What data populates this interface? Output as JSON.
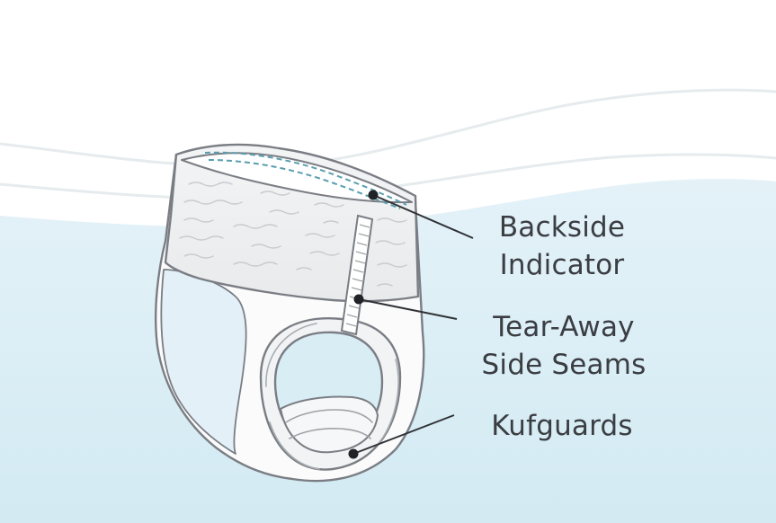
{
  "labels": {
    "backside": {
      "line1": "Backside",
      "line2": "Indicator"
    },
    "tear_away": {
      "line1": "Tear-Away",
      "line2": "Side Seams"
    },
    "kufguards": {
      "line1": "Kufguards"
    }
  },
  "colors": {
    "water": "#d9edf5",
    "outline": "#7a7e84",
    "backside_dashes": "#5a9fae",
    "text": "#3a3d42"
  }
}
